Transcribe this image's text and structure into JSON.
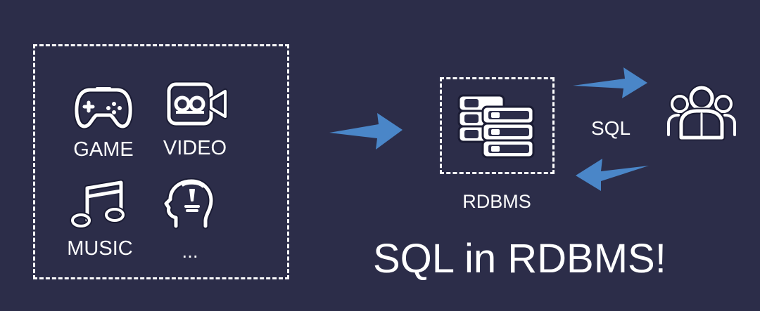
{
  "categories": [
    {
      "label": "GAME",
      "icon": "gamepad-icon"
    },
    {
      "label": "VIDEO",
      "icon": "video-camera-icon"
    },
    {
      "label": "MUSIC",
      "icon": "music-note-icon"
    },
    {
      "label": "...",
      "icon": "head-profile-icon"
    }
  ],
  "rdbms": {
    "label": "RDBMS",
    "icon": "database-server-icon"
  },
  "sql_label": "SQL",
  "users_icon": "users-group-icon",
  "headline": "SQL in RDBMS!",
  "colors": {
    "background": "#2c2d49",
    "arrow": "#4a86c8",
    "foreground": "#ffffff",
    "icon_outline": "#1a1b33"
  }
}
